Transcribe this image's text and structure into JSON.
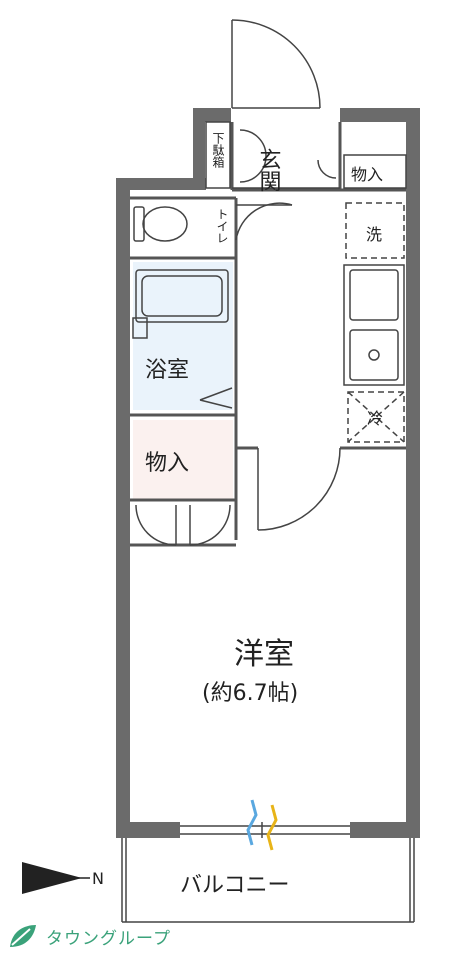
{
  "rooms": {
    "genkan": "玄関",
    "shoebox": "下駄箱",
    "storage_entry": "物入",
    "toilet": "トイレ",
    "washer": "洗",
    "bath": "浴室",
    "storage_hall": "物入",
    "fridge": "冷",
    "western_room": "洋室",
    "western_room_size": "(約6.7帖)",
    "balcony": "バルコニー"
  },
  "compass": {
    "north": "N"
  },
  "logo": {
    "text": "タウングループ",
    "mark": "leaf-logo",
    "color": "#3aa27a"
  },
  "colors": {
    "wall": "#6b6b6b",
    "bath_fill": "#eaf3fb",
    "storage_fill": "#fbf1ef",
    "water_blue": "#5aa8e0",
    "water_yellow": "#e8b418"
  }
}
